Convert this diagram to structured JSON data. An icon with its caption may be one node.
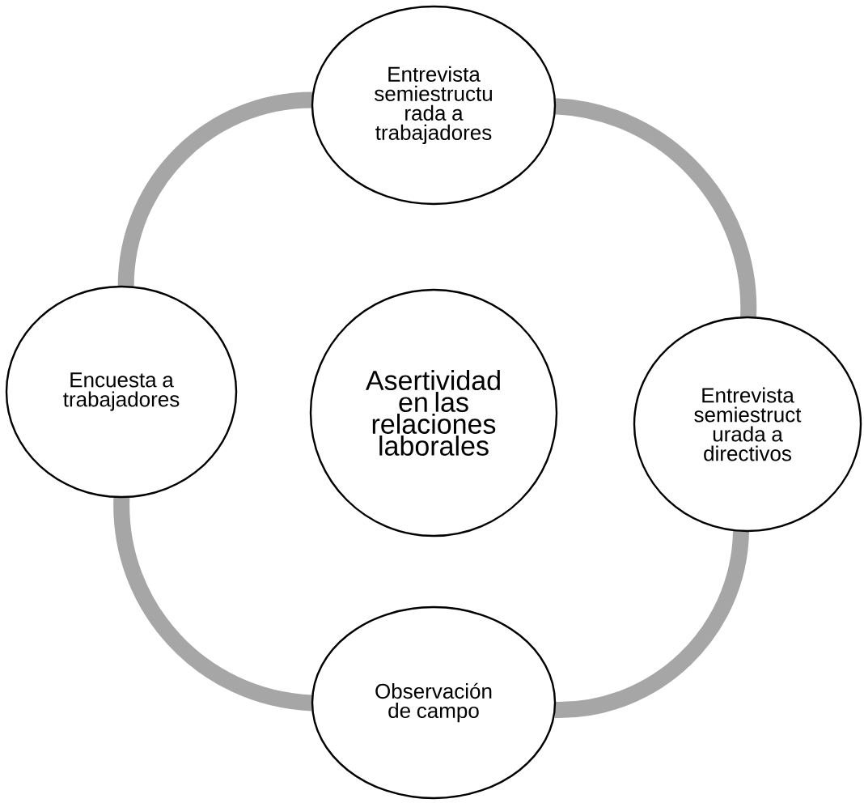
{
  "diagram": {
    "nodes": [
      {
        "text": [
          "Entrevista semiestructu rada a trabajadores"
        ]
      },
      {
        "text": [
          "Encuesta a trabajadores"
        ]
      },
      {
        "text": [
          "Asertividad en las relaciones laborales"
        ]
      },
      {
        "text": [
          "Entrevista semiestruct urada a directivos"
        ]
      },
      {
        "text": [
          "Observación de campo"
        ]
      }
    ],
    "edges": [
      {
        "from": 0,
        "to": 3,
        "arrow": "none"
      },
      {
        "from": 3,
        "to": 4,
        "arrow": "none"
      },
      {
        "from": 4,
        "to": 1,
        "arrow": "none"
      },
      {
        "from": 1,
        "to": 0,
        "arrow": "none"
      }
    ]
  }
}
